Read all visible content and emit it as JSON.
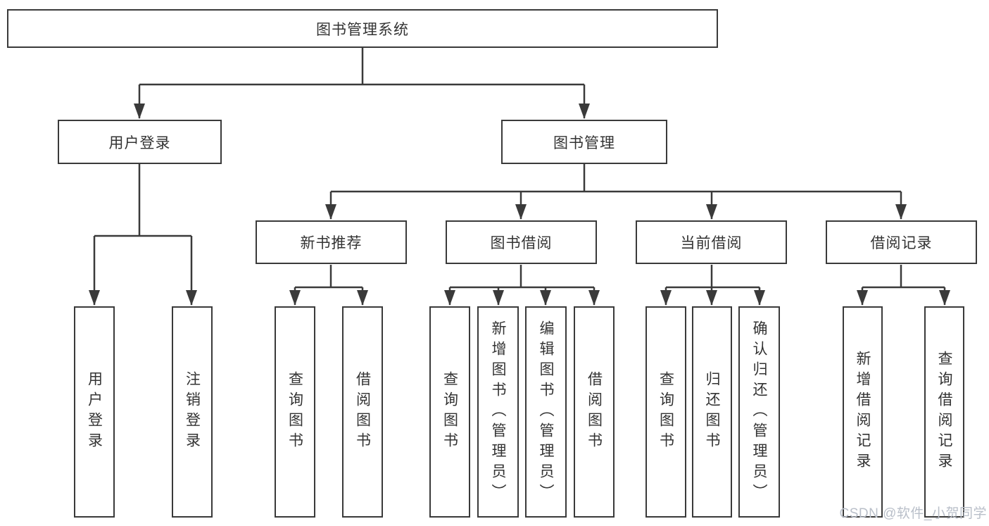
{
  "diagram": {
    "root": {
      "label": "图书管理系统",
      "children": [
        {
          "label": "用户登录",
          "children": [
            {
              "label": "用户登录"
            },
            {
              "label": "注销登录"
            }
          ]
        },
        {
          "label": "图书管理",
          "children": [
            {
              "label": "新书推荐",
              "children": [
                {
                  "label": "查询图书"
                },
                {
                  "label": "借阅图书"
                }
              ]
            },
            {
              "label": "图书借阅",
              "children": [
                {
                  "label": "查询图书"
                },
                {
                  "label": "新增图书（管理员）"
                },
                {
                  "label": "编辑图书（管理员）"
                },
                {
                  "label": "借阅图书"
                }
              ]
            },
            {
              "label": "当前借阅",
              "children": [
                {
                  "label": "查询图书"
                },
                {
                  "label": "归还图书"
                },
                {
                  "label": "确认归还（管理员）"
                }
              ]
            },
            {
              "label": "借阅记录",
              "children": [
                {
                  "label": "新增借阅记录"
                },
                {
                  "label": "查询借阅记录"
                }
              ]
            }
          ]
        }
      ]
    }
  },
  "watermark": {
    "text": "CSDN @软件_小贺同学"
  },
  "colors": {
    "line": "#3a3a3a",
    "box_border": "#3a3a3a",
    "text": "#333333",
    "background": "#ffffff",
    "watermark": "#b9bfc9"
  }
}
